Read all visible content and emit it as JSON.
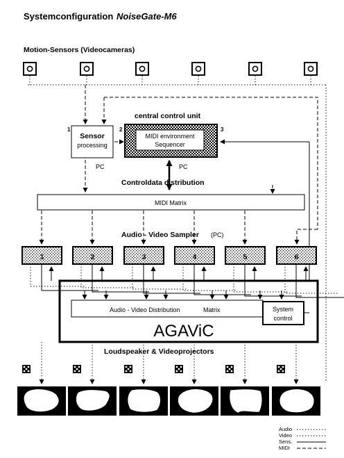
{
  "title": {
    "main": "Systemconfiguration",
    "italic": "NoiseGate-M6"
  },
  "sensors": {
    "label": "Motion-Sensors (Videocameras)",
    "count": 6
  },
  "sensor_processing": {
    "number": "1",
    "line1": "Sensor",
    "line2": "processing",
    "pc": "PC"
  },
  "central_unit": {
    "label": "central control unit",
    "number_left": "2",
    "number_right": "3",
    "line1": "MIDI environment",
    "line2": "Sequencer",
    "pc": "PC"
  },
  "controldata": "Controldata distribution",
  "midi_matrix": "MIDI Matrix",
  "sampler": {
    "label": "Audio - Video Sampler",
    "suffix": "(PC)",
    "units": [
      "1",
      "2",
      "3",
      "4",
      "5",
      "6"
    ]
  },
  "distribution": {
    "label": "Audio - Video Distribution",
    "matrix": "Matrix"
  },
  "system_control": {
    "line1": "System",
    "line2": "control"
  },
  "agavic": "AGAViC",
  "outputs": {
    "label": "Loudspeaker & Videoprojectors",
    "count": 6
  },
  "legend": [
    "Audio",
    "Video",
    "Sens.",
    "MIDI"
  ]
}
